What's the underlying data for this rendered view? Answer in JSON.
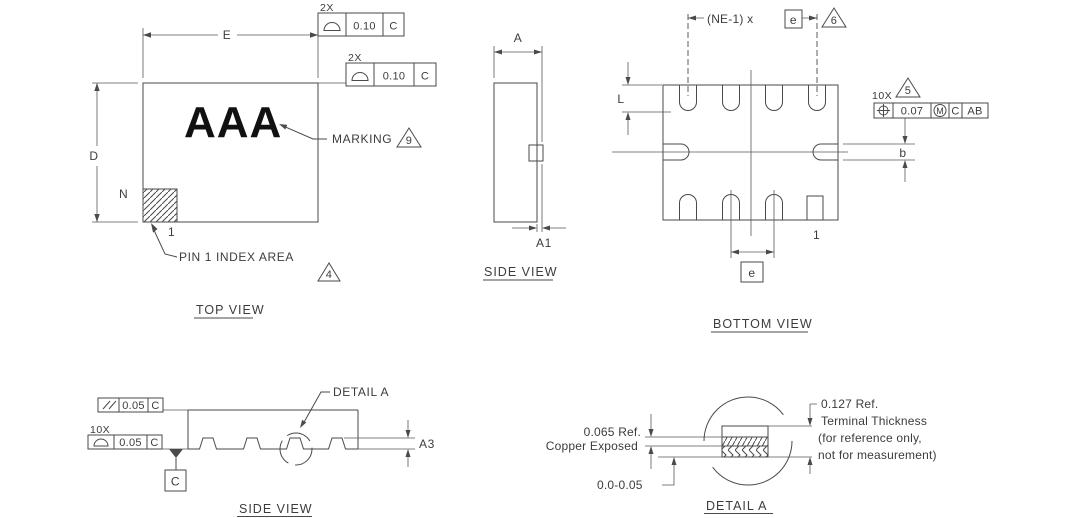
{
  "drawing": {
    "top_view": {
      "label": "TOP VIEW",
      "marking_text": "AAA",
      "marking_label": "MARKING",
      "marking_note": "9",
      "pin1_label": "PIN 1 INDEX AREA",
      "pin1_note": "4",
      "dim_e": "E",
      "dim_d": "D",
      "pin_n": "N",
      "pin_1": "1",
      "fcf_top": {
        "qty": "2X",
        "tolerance": "0.10",
        "datum": "C"
      },
      "fcf_side": {
        "qty": "2X",
        "tolerance": "0.10",
        "datum": "C"
      }
    },
    "side_view_top": {
      "label": "SIDE VIEW",
      "dim_a": "A",
      "dim_a1": "A1"
    },
    "bottom_view": {
      "label": "BOTTOM VIEW",
      "pitch_label": "(NE-1) x",
      "pitch_ref": "e",
      "pitch_note": "6",
      "dim_l": "L",
      "dim_b": "b",
      "pitch_dim": "e",
      "pin_1": "1",
      "fcf": {
        "qty": "10X",
        "note": "5",
        "tolerance": "0.07",
        "modifier": "M",
        "datum_primary": "C",
        "datum_secondary": "AB"
      }
    },
    "side_view_bottom": {
      "label": "SIDE VIEW",
      "detail_callout": "DETAIL A",
      "fcf_parallelism": {
        "tolerance": "0.05",
        "datum": "C"
      },
      "fcf_profile": {
        "qty": "10X",
        "tolerance": "0.05",
        "datum": "C"
      },
      "datum_label": "C",
      "dim_a3": "A3"
    },
    "detail_a": {
      "label": "DETAIL A",
      "copper_line1": "0.065 Ref.",
      "copper_line2": "Copper Exposed",
      "standoff": "0.0-0.05",
      "terminal_line1": "0.127 Ref.",
      "terminal_line2": "Terminal Thickness",
      "terminal_line3": "(for reference only,",
      "terminal_line4": "not for measurement)"
    },
    "colors": {
      "line": "#4a4a4a",
      "text": "#3c3c3c",
      "background": "#ffffff"
    }
  }
}
